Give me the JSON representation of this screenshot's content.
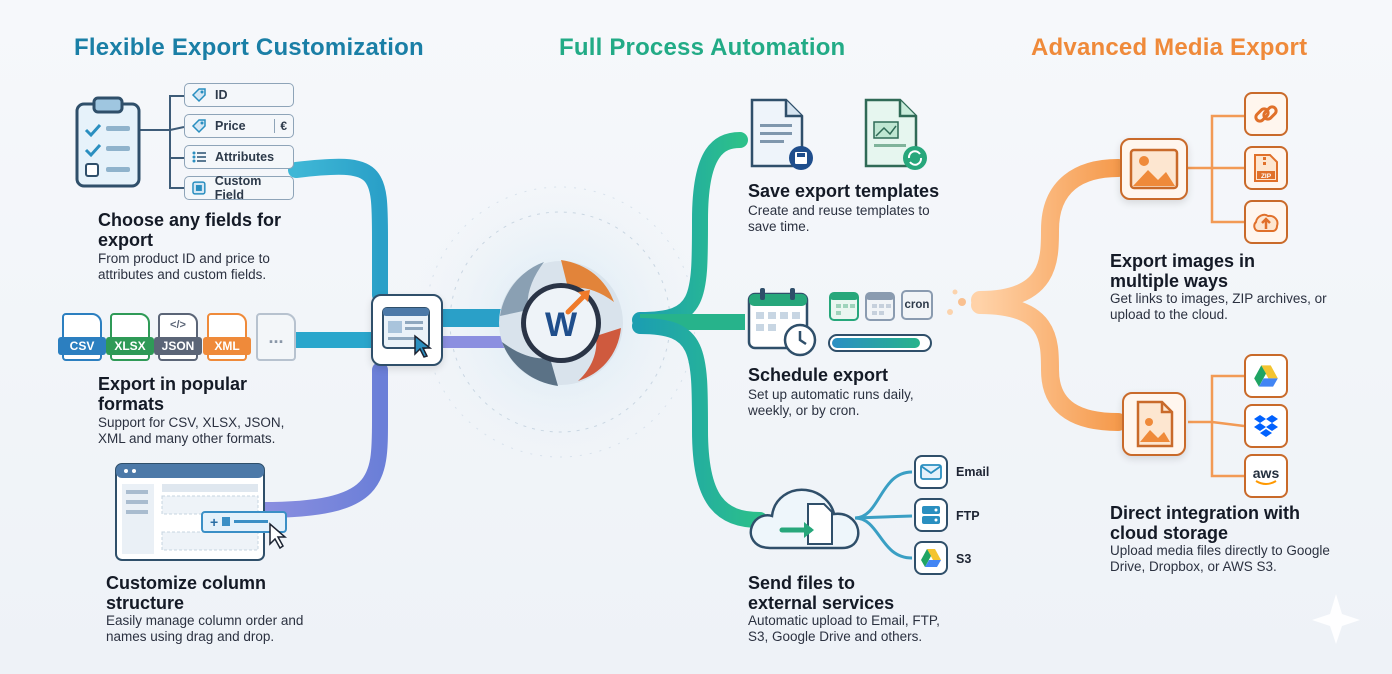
{
  "columns": {
    "left": "Flexible Export Customization",
    "center": "Full Process Automation",
    "right": "Advanced Media Export"
  },
  "fields_chips": [
    "ID",
    "Price",
    "Attributes",
    "Custom Field"
  ],
  "currency_symbol": "€",
  "formats": [
    "CSV",
    "XLSX",
    "JSON",
    "XML"
  ],
  "json_glyph": "</>",
  "more_glyph": "...",
  "cron_label": "cron",
  "destinations": [
    "Email",
    "FTP",
    "S3"
  ],
  "aws_label": "aws",
  "features": {
    "fields": {
      "title": "Choose any fields for export",
      "desc": "From product ID and price to attributes and custom fields."
    },
    "formats": {
      "title": "Export in popular formats",
      "desc": "Support for CSV, XLSX, JSON, XML and many other formats."
    },
    "columns": {
      "title": "Customize column structure",
      "desc": "Easily manage column order and names using drag and drop."
    },
    "templates": {
      "title": "Save export templates",
      "desc": "Create and reuse templates to save time."
    },
    "schedule": {
      "title": "Schedule export",
      "desc": "Set up automatic runs daily, weekly, or by cron."
    },
    "send": {
      "title": "Send files to external services",
      "desc": "Automatic upload to Email, FTP, S3, Google Drive and others."
    },
    "images": {
      "title": "Export images in multiple ways",
      "desc": "Get links to images, ZIP archives, or upload to the cloud."
    },
    "cloud": {
      "title": "Direct integration with cloud storage",
      "desc": "Upload media files directly to Google Drive, Dropbox, or AWS S3."
    }
  },
  "logo_letter": "W",
  "colors": {
    "blue": "#1a7fa6",
    "green": "#22ab86",
    "orange": "#ef8a3a",
    "csv": "#2c7fc0",
    "xlsx": "#2f9a57",
    "json": "#5b6577",
    "xml": "#ef8a3a"
  }
}
